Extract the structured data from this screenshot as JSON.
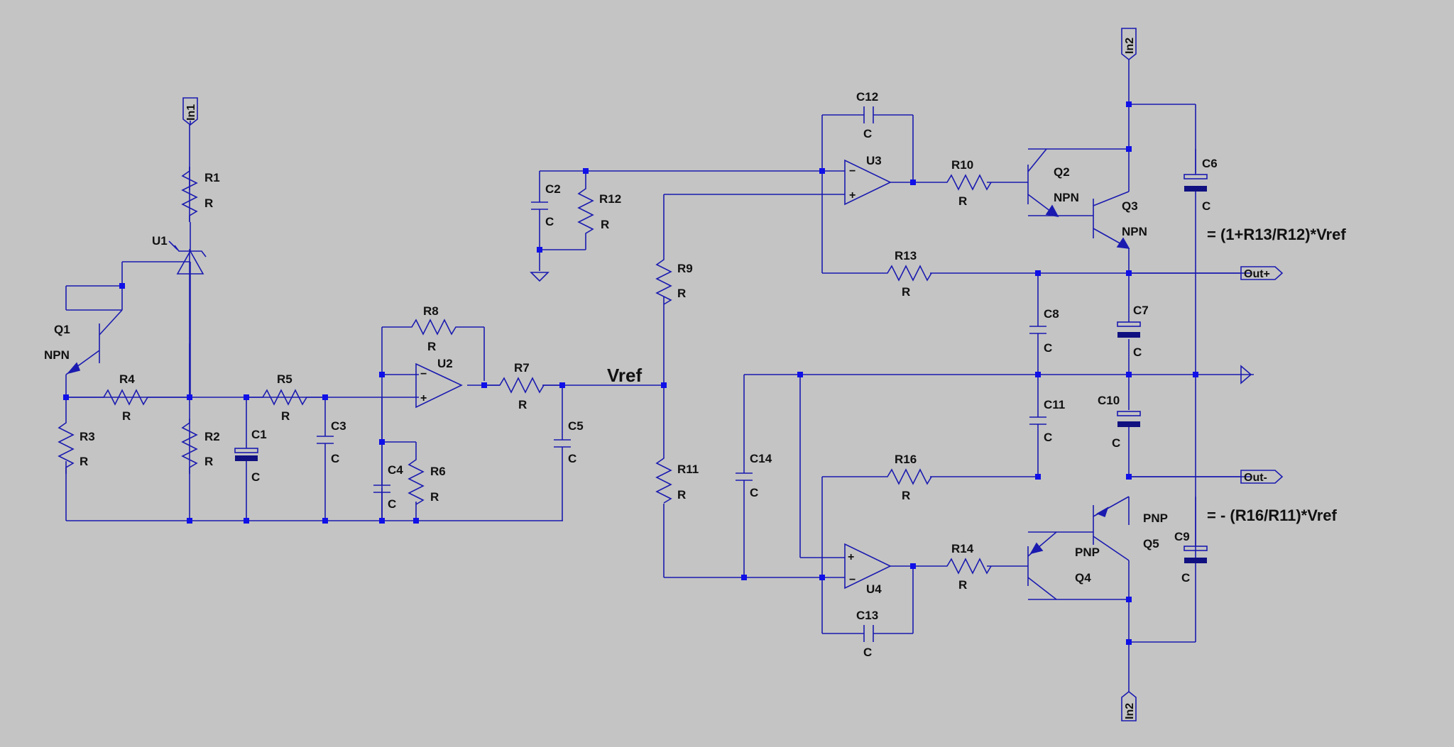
{
  "colors": {
    "background": "#c4c4c4",
    "wire": "#1a1ab0",
    "junction": "#1010e8",
    "text": "#111111"
  },
  "net_labels": {
    "vref": "Vref"
  },
  "ports": {
    "in1": "In1",
    "in2_top": "In2",
    "in2_bottom": "In2",
    "out_plus": "Out+",
    "out_minus": "Out-"
  },
  "equations": {
    "out_plus": "= (1+R13/R12)*Vref",
    "out_minus": "= - (R16/R11)*Vref"
  },
  "components": {
    "R1": {
      "ref": "R1",
      "value": "R"
    },
    "R2": {
      "ref": "R2",
      "value": "R"
    },
    "R3": {
      "ref": "R3",
      "value": "R"
    },
    "R4": {
      "ref": "R4",
      "value": "R"
    },
    "R5": {
      "ref": "R5",
      "value": "R"
    },
    "R6": {
      "ref": "R6",
      "value": "R"
    },
    "R7": {
      "ref": "R7",
      "value": "R"
    },
    "R8": {
      "ref": "R8",
      "value": "R"
    },
    "R9": {
      "ref": "R9",
      "value": "R"
    },
    "R10": {
      "ref": "R10",
      "value": "R"
    },
    "R11": {
      "ref": "R11",
      "value": "R"
    },
    "R12": {
      "ref": "R12",
      "value": "R"
    },
    "R13": {
      "ref": "R13",
      "value": "R"
    },
    "R14": {
      "ref": "R14",
      "value": "R"
    },
    "R16": {
      "ref": "R16",
      "value": "R"
    },
    "C1": {
      "ref": "C1",
      "value": "C"
    },
    "C2": {
      "ref": "C2",
      "value": "C"
    },
    "C3": {
      "ref": "C3",
      "value": "C"
    },
    "C4": {
      "ref": "C4",
      "value": "C"
    },
    "C5": {
      "ref": "C5",
      "value": "C"
    },
    "C6": {
      "ref": "C6",
      "value": "C"
    },
    "C7": {
      "ref": "C7",
      "value": "C"
    },
    "C8": {
      "ref": "C8",
      "value": "C"
    },
    "C9": {
      "ref": "C9",
      "value": "C"
    },
    "C10": {
      "ref": "C10",
      "value": "C"
    },
    "C11": {
      "ref": "C11",
      "value": "C"
    },
    "C12": {
      "ref": "C12",
      "value": "C"
    },
    "C13": {
      "ref": "C13",
      "value": "C"
    },
    "C14": {
      "ref": "C14",
      "value": "C"
    },
    "U1": {
      "ref": "U1"
    },
    "U2": {
      "ref": "U2"
    },
    "U3": {
      "ref": "U3"
    },
    "U4": {
      "ref": "U4"
    },
    "Q1": {
      "ref": "Q1",
      "value": "NPN"
    },
    "Q2": {
      "ref": "Q2",
      "value": "NPN"
    },
    "Q3": {
      "ref": "Q3",
      "value": "NPN"
    },
    "Q4": {
      "ref": "Q4",
      "value": "PNP"
    },
    "Q5": {
      "ref": "Q5",
      "value": "PNP"
    }
  },
  "opamp_pins": {
    "minus": "−",
    "plus": "+"
  }
}
